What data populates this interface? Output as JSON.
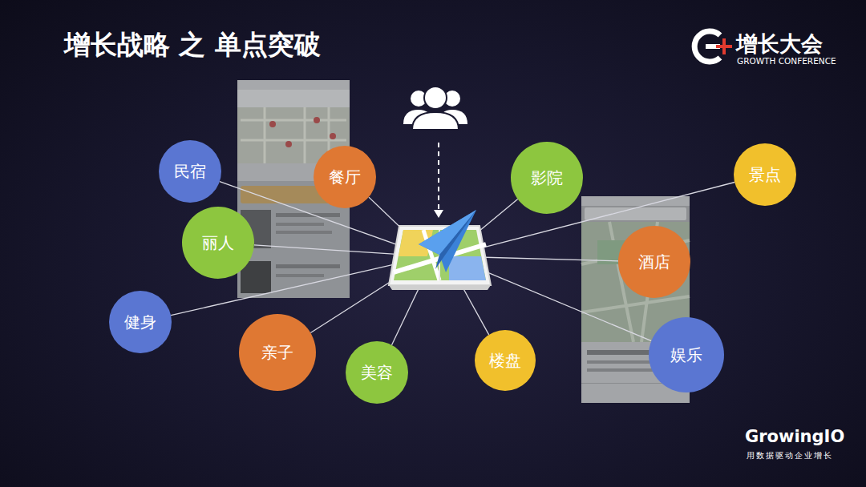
{
  "diagram": {
    "title": "增长战略 之 单点突破",
    "nodes": [
      {
        "text": [
          "民宿"
        ]
      },
      {
        "text": [
          "餐厅"
        ]
      },
      {
        "text": [
          "影院"
        ]
      },
      {
        "text": [
          "景点"
        ]
      },
      {
        "text": [
          "丽人"
        ]
      },
      {
        "text": [
          "酒店"
        ]
      },
      {
        "text": [
          "健身"
        ]
      },
      {
        "text": [
          "亲子"
        ]
      },
      {
        "text": [
          "娱乐"
        ]
      },
      {
        "text": [
          "楼盘"
        ]
      },
      {
        "text": [
          "美容"
        ]
      }
    ],
    "labels": [
      "增长大会",
      "GROWTH CONFERENCE",
      "GrowingIO",
      "用数据驱动企业增长"
    ]
  }
}
